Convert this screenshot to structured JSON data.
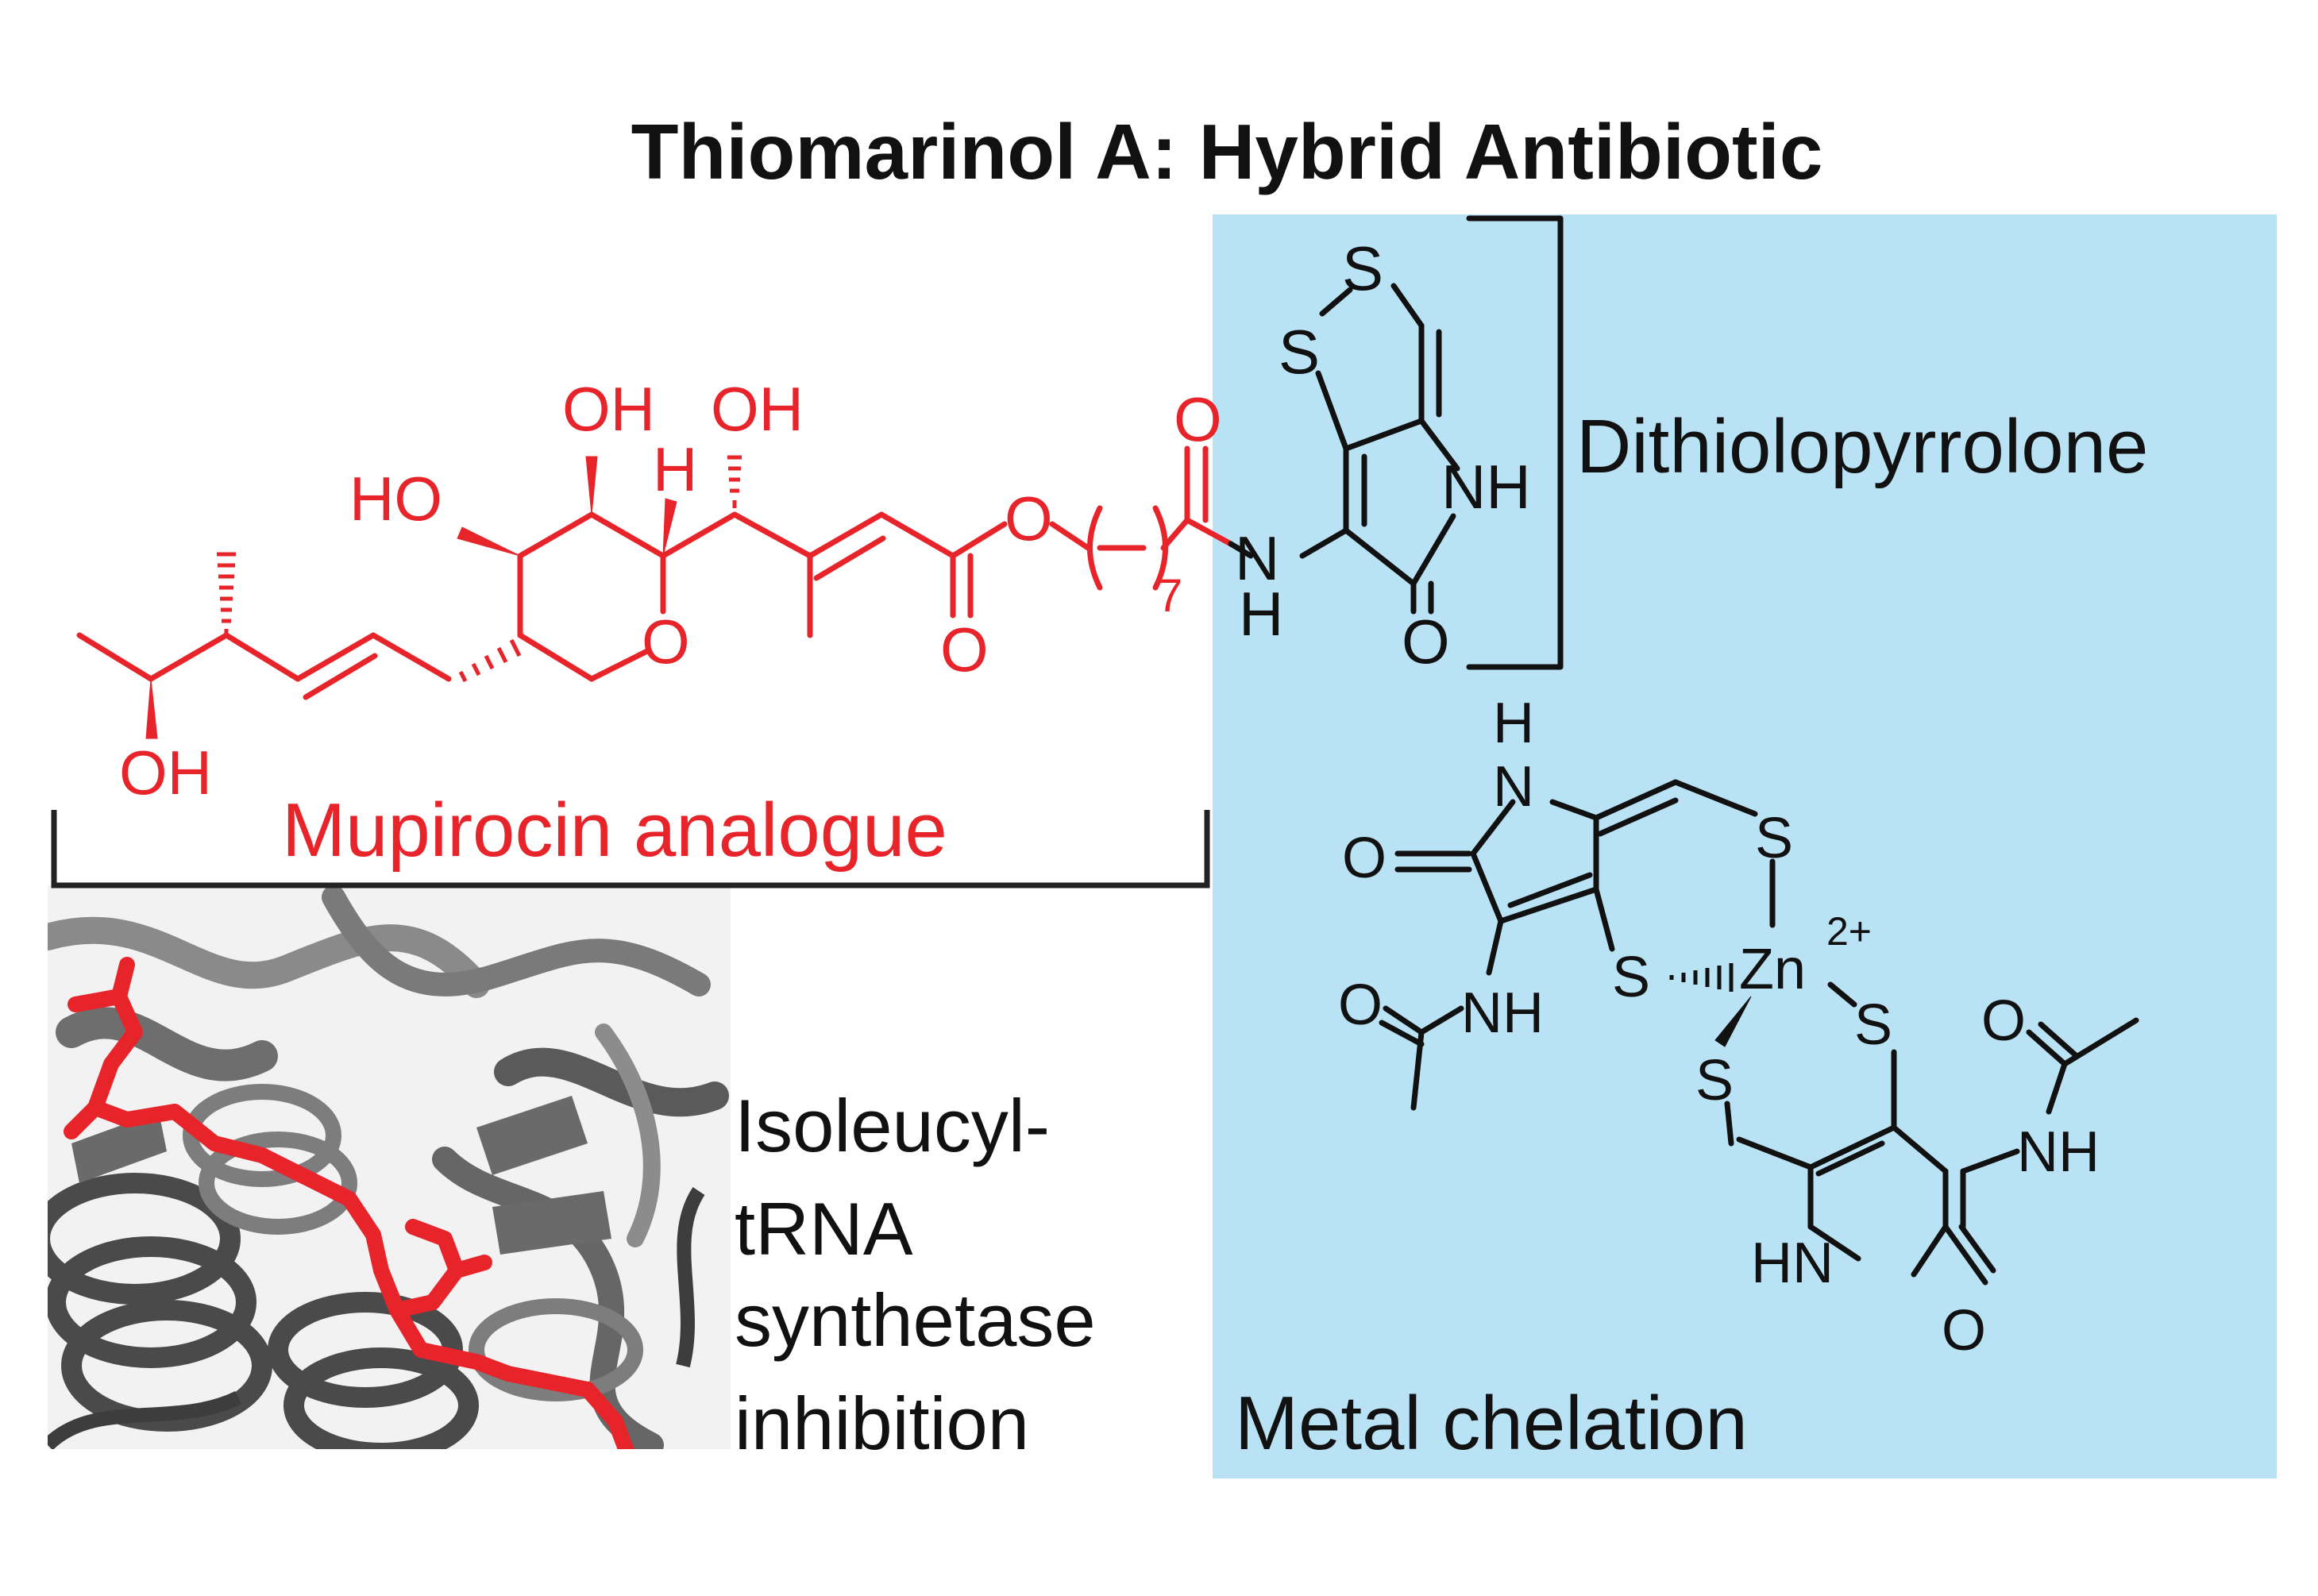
{
  "title": "Thiomarinol A: Hybrid Antibiotic",
  "colors": {
    "panel": "#b9e2f5",
    "mupirocin": "#e8242b",
    "ink": "#111111",
    "protein_dark": "#555555",
    "protein_light": "#8a8a8a"
  },
  "labels": {
    "dithiolopyrrolone": "Dithiolopyrrolone",
    "mupirocin_analogue": "Mupirocin analogue",
    "metal_chelation": "Metal chelation",
    "inhibition_line1": "Isoleucyl-",
    "inhibition_line2": "tRNA",
    "inhibition_line3": "synthetase",
    "inhibition_line4": "inhibition"
  },
  "atoms_mupirocin": {
    "oh_bottom": "OH",
    "ho_left": "HO",
    "oh_top1": "OH",
    "h_ring": "H",
    "oh_top2": "OH",
    "o_ring": "O",
    "o_ester_carbonyl": "O",
    "o_ester": "O",
    "chain_sub": "7",
    "o_amide": "O"
  },
  "atoms_dtp": {
    "s1": "S",
    "s2": "S",
    "nh_ring": "NH",
    "n_amide": "N",
    "h_amide": "H",
    "o_lactam": "O"
  },
  "atoms_complex": {
    "h_top": "H",
    "n_top": "N",
    "o_left": "O",
    "s_top": "S",
    "s_left": "S",
    "zn": "Zn",
    "zn_charge": "2+",
    "s_right": "S",
    "s_bottom": "S",
    "o_acetyl_left": "O",
    "nh_left": "NH",
    "o_acetyl_right": "O",
    "nh_right": "NH",
    "hn_bottom": "HN",
    "o_bottom": "O"
  }
}
